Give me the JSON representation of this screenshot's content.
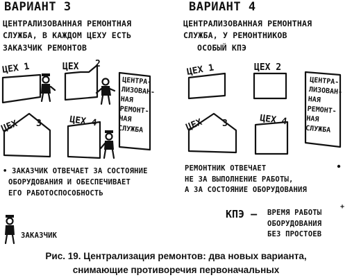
{
  "variant3": {
    "title": "ВАРИАНТ 3",
    "subtitle_line1": "ЦЕНТРАЛИЗОВАННАЯ РЕМОНТНАЯ",
    "subtitle_line2": "СЛУЖБА, В КАЖДОМ ЦЕХУ ЕСТЬ",
    "subtitle_line3": "ЗАКАЗЧИК РЕМОНТОВ",
    "shop1": "ЦЕХ 1",
    "shop2_label": "ЦЕХ",
    "shop2_num": "2",
    "shop3_label": "ЦЕХ",
    "shop3_num": "3",
    "shop4_label": "ЦЕХ 4",
    "service_box": [
      "ЦЕНТРА-",
      "ЛИЗОВАН-",
      "НАЯ",
      "РЕМОНТ-",
      "НАЯ",
      "СЛУЖБА"
    ],
    "note_line1": "• ЗАКАЗЧИК ОТВЕЧАЕТ ЗА СОСТОЯНИЕ",
    "note_line2": "ОБОРУДОВАНИЯ И ОБЕСПЕЧИВАЕТ",
    "note_line3": "ЕГО РАБОТОСПОСОБНОСТЬ",
    "legend_label": "ЗАКАЗЧИК"
  },
  "variant4": {
    "title": "ВАРИАНТ 4",
    "subtitle_line1": "ЦЕНТРАЛИЗОВАННАЯ РЕМОНТНАЯ",
    "subtitle_line2": "СЛУЖБА, У РЕМОНТНИКОВ",
    "subtitle_line3": "ОСОБЫЙ КПЭ",
    "shop1": "ЦЕХ 1",
    "shop2": "ЦЕХ 2",
    "shop3_label": "ЦЕХ",
    "shop3_num": "3",
    "shop4_label": "ЦЕХ 4",
    "service_box": [
      "ЦЕНТРА-",
      "ЛИЗОВАН-",
      "НАЯ",
      "РЕМОНТ-",
      "НАЯ",
      "СЛУЖБА"
    ],
    "note_line1": "РЕМОНТНИК ОТВЕЧАЕТ",
    "note_line2": "НЕ ЗА ВЫПОЛНЕНИЕ РАБОТЫ,",
    "note_line3": "А ЗА СОСТОЯНИЕ ОБОРУДОВАНИЯ",
    "kpi_label": "КПЭ —",
    "kpi_line1": "ВРЕМЯ РАБОТЫ",
    "kpi_line2": "ОБОРУДОВАНИЯ",
    "kpi_line3": "БЕЗ ПРОСТОЕВ"
  },
  "caption": {
    "line1": "Рис. 19. Централизация ремонтов: два новых варианта,",
    "line2": "снимающие противоречия первоначальных"
  }
}
